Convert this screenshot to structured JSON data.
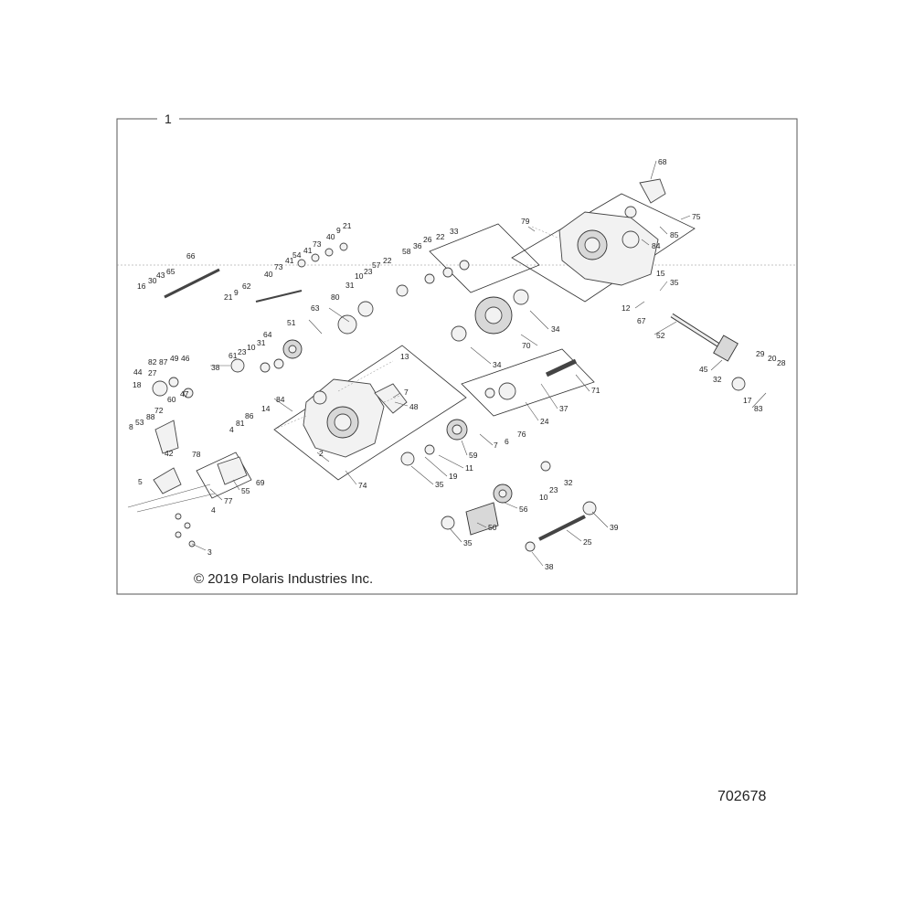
{
  "frame_label": "1",
  "copyright": "© 2019 Polaris Industries Inc.",
  "document_number": "702678",
  "callouts": [
    "68",
    "75",
    "79",
    "85",
    "84",
    "15",
    "35",
    "12",
    "67",
    "52",
    "29",
    "20",
    "28",
    "45",
    "32",
    "17",
    "83",
    "66",
    "65",
    "43",
    "30",
    "16",
    "62",
    "21",
    "9",
    "73",
    "41",
    "40",
    "54",
    "41",
    "73",
    "40",
    "9",
    "21",
    "33",
    "22",
    "36",
    "26",
    "58",
    "22",
    "57",
    "23",
    "10",
    "31",
    "80",
    "63",
    "51",
    "64",
    "31",
    "10",
    "23",
    "61",
    "38",
    "70",
    "34",
    "34",
    "71",
    "37",
    "24",
    "13",
    "7",
    "48",
    "7",
    "6",
    "76",
    "59",
    "11",
    "19",
    "35",
    "32",
    "23",
    "10",
    "56",
    "50",
    "35",
    "39",
    "25",
    "38",
    "82",
    "87",
    "49",
    "46",
    "44",
    "27",
    "18",
    "60",
    "47",
    "72",
    "88",
    "53",
    "8",
    "42",
    "84",
    "14",
    "86",
    "81",
    "4",
    "78",
    "5",
    "77",
    "4",
    "3",
    "55",
    "69",
    "2",
    "74"
  ]
}
